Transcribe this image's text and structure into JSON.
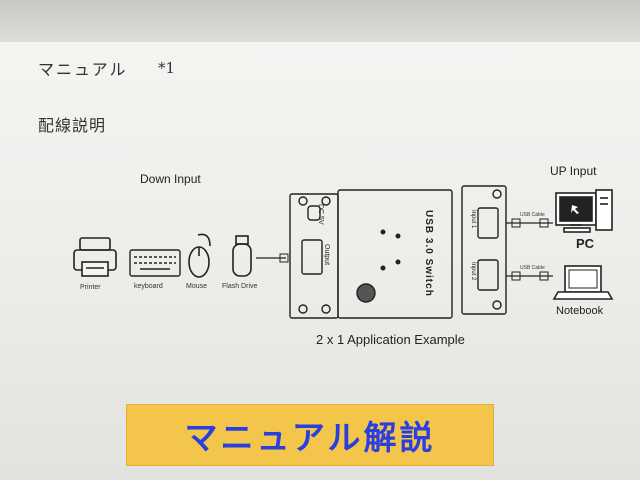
{
  "header": {
    "title": "マニュアル",
    "mark": "*1"
  },
  "section": {
    "title": "配線説明"
  },
  "diagram": {
    "down_input_label": "Down Input",
    "up_input_label": "UP Input",
    "devices": [
      "Printer",
      "keyboard",
      "Mouse",
      "Flash Drive"
    ],
    "switch_label": "USB 3.0 Switch",
    "dc_label": "DC 5V",
    "output_label": "Output",
    "input1_label": "Input 1",
    "input2_label": "Input 2",
    "cable_label": "USB Cable",
    "pc_label": "PC",
    "notebook_label": "Notebook",
    "caption": "2 x 1 Application Example"
  },
  "banner": {
    "text": "マニュアル解説",
    "bg_color": "#f3c54a",
    "text_color": "#2a3fe0"
  }
}
